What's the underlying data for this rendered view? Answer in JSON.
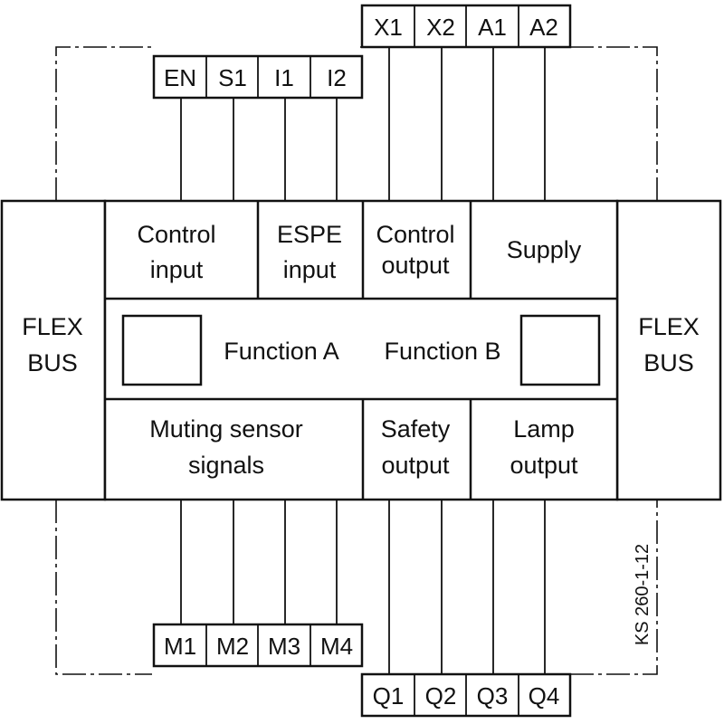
{
  "terminals_top_left": [
    "EN",
    "S1",
    "I1",
    "I2"
  ],
  "terminals_top_right": [
    "X1",
    "X2",
    "A1",
    "A2"
  ],
  "terminals_bottom_left": [
    "M1",
    "M2",
    "M3",
    "M4"
  ],
  "terminals_bottom_right": [
    "Q1",
    "Q2",
    "Q3",
    "Q4"
  ],
  "flexbus_left": [
    "FLEX",
    "BUS"
  ],
  "flexbus_right": [
    "FLEX",
    "BUS"
  ],
  "control_input": [
    "Control",
    "input"
  ],
  "espe_input": [
    "ESPE",
    "input"
  ],
  "control_output": [
    "Control",
    "output"
  ],
  "supply": "Supply",
  "function_a": "Function A",
  "function_b": "Function B",
  "muting_signals": [
    "Muting sensor",
    "signals"
  ],
  "safety_output": [
    "Safety",
    "output"
  ],
  "lamp_output": [
    "Lamp",
    "output"
  ],
  "drawing_id": "KS 260-1-12"
}
